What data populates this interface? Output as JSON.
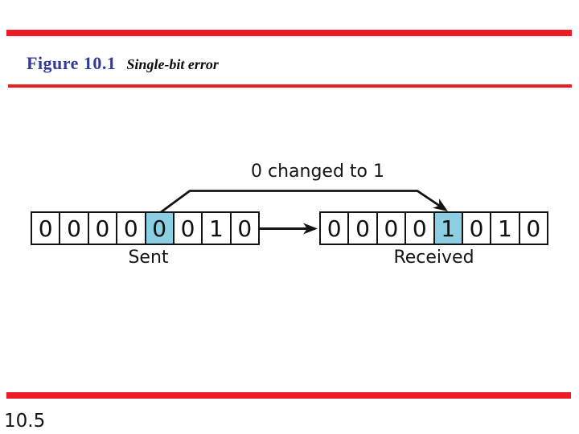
{
  "slide": {
    "title_label": "Figure 10.1",
    "title_caption": "Single-bit error",
    "page_number": "10.5"
  },
  "diagram": {
    "annotation": "0 changed to 1",
    "sent": {
      "label": "Sent",
      "bits": [
        "0",
        "0",
        "0",
        "0",
        "0",
        "0",
        "1",
        "0"
      ],
      "highlight_index": 4
    },
    "received": {
      "label": "Received",
      "bits": [
        "0",
        "0",
        "0",
        "0",
        "1",
        "0",
        "1",
        "0"
      ],
      "highlight_index": 4
    }
  },
  "colors": {
    "rule_red": "#ed1c24",
    "title_blue": "#333a94",
    "highlight_cyan": "#8ccee2",
    "ink": "#141414"
  }
}
